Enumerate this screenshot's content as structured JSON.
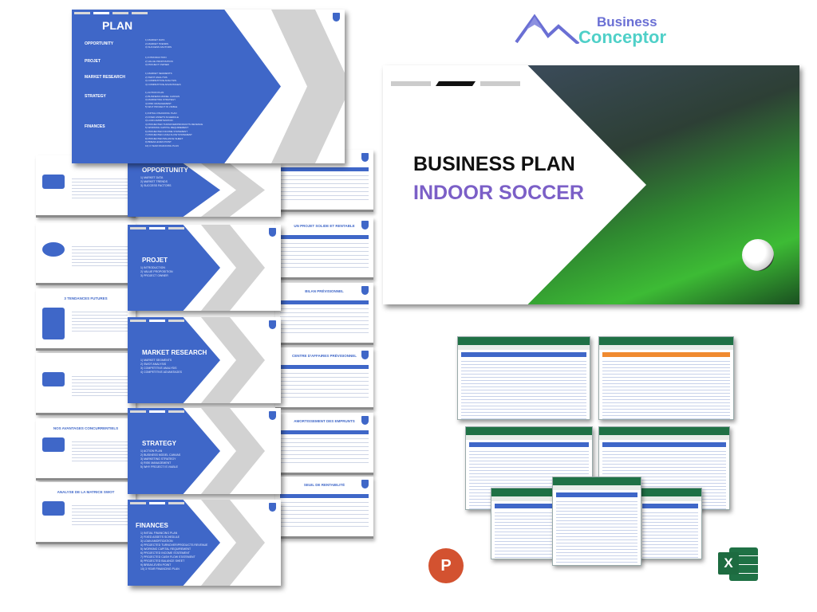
{
  "brand": {
    "line1": "Business",
    "line2": "Conceptor",
    "color1": "#6a6fd4",
    "color2": "#4fd0c8"
  },
  "hero": {
    "title": "BUSINESS PLAN",
    "subtitle": "INDOOR SOCCER",
    "subtitle_color": "#7b5fc7"
  },
  "plan_slide": {
    "title": "PLAN",
    "sections": [
      {
        "name": "OPPORTUNITY",
        "items": [
          "1) MARKET DATA",
          "2) MARKET TRENDS",
          "3) SUCCESS FACTORS"
        ]
      },
      {
        "name": "PROJET",
        "items": [
          "1) INTRODUCTION",
          "2) VALUE PROPOSITION",
          "3) PROJECT OWNER"
        ]
      },
      {
        "name": "MARKET RESEARCH",
        "items": [
          "1) MARKET SEGMENTS",
          "2) SWOT ANALYSIS",
          "3) COMPETITIVE ANALYSIS",
          "4) COMPETITIVE ADVANTAGES"
        ]
      },
      {
        "name": "STRATEGY",
        "items": [
          "1) ACTION PLAN",
          "2) BUSINESS MODEL CANVAS",
          "3) MARKETING STRATEGY",
          "4) RISK MANAGEMENT",
          "5) WHY PROJECT IS VIABLE"
        ]
      },
      {
        "name": "FINANCES",
        "items": [
          "1) INITIAL FINANCING PLAN",
          "2) FIXED ASSETS SCHEDULE",
          "3) LOAN AMORTIZATION",
          "4) PROJECTED TURNOVER/PRODUCTS REVENUE",
          "5) WORKING CAPITAL REQUIREMENT",
          "6) PROJECTED INCOME STATEMENT",
          "7) PROJECTED CASH FLOW STATEMENT",
          "8) PROJECTED BALANCE SHEET",
          "9) BREAK-EVEN POINT",
          "10) 3 YEAR FINANCING PLAN"
        ]
      }
    ]
  },
  "section_slides": [
    {
      "title": "OPPORTUNITY",
      "items": [
        "1) MARKET DATA",
        "2) MARKET TRENDS",
        "3) SUCCESS FACTORS"
      ]
    },
    {
      "title": "PROJET",
      "items": [
        "1) INTRODUCTION",
        "2) VALUE PROPOSITION",
        "3) PROJECT OWNER"
      ]
    },
    {
      "title": "MARKET RESEARCH",
      "items": [
        "1) MARKET SEGMENTS",
        "2) SWOT ANALYSIS",
        "3) COMPETITIVE ANALYSIS",
        "4) COMPETITIVE ADVANTAGES"
      ]
    },
    {
      "title": "STRATEGY",
      "items": [
        "1) ACTION PLAN",
        "2) BUSINESS MODEL CANVAS",
        "3) MARKETING STRATEGY",
        "4) RISK MANAGEMENT",
        "5) WHY PROJECT IS VIABLE"
      ]
    },
    {
      "title": "FINANCES",
      "items": [
        "1) INITIAL FINANCING PLAN",
        "2) FIXED ASSETS SCHEDULE",
        "3) LOAN AMORTIZATION",
        "4) PROJECTED TURNOVER/PRODUCTS REVENUE",
        "5) WORKING CAPITAL REQUIREMENT",
        "6) PROJECTED INCOME STATEMENT",
        "7) PROJECTED CASH FLOW STATEMENT",
        "8) PROJECTED BALANCE SHEET",
        "9) BREAK-EVEN POINT",
        "10) 3 YEAR FINANCING PLAN"
      ]
    }
  ],
  "right_slides": [
    "",
    "UN PROJET SOLIDE ET RENTABLE",
    "BILAN PRÉVISIONNEL",
    "CENTRE D'AFFAIRES PRÉVISIONNEL",
    "AMORTISSEMENT DES EMPRUNTS",
    "SEUIL DE RENTABILITÉ"
  ],
  "left_slides": [
    "",
    "",
    "3 TENDANCES FUTURES",
    "",
    "NOS AVANTAGES CONCURRENTIELS",
    "ANALYSE DE LA MATRICE SWOT"
  ],
  "apps": {
    "powerpoint": "P",
    "excel": "X"
  }
}
